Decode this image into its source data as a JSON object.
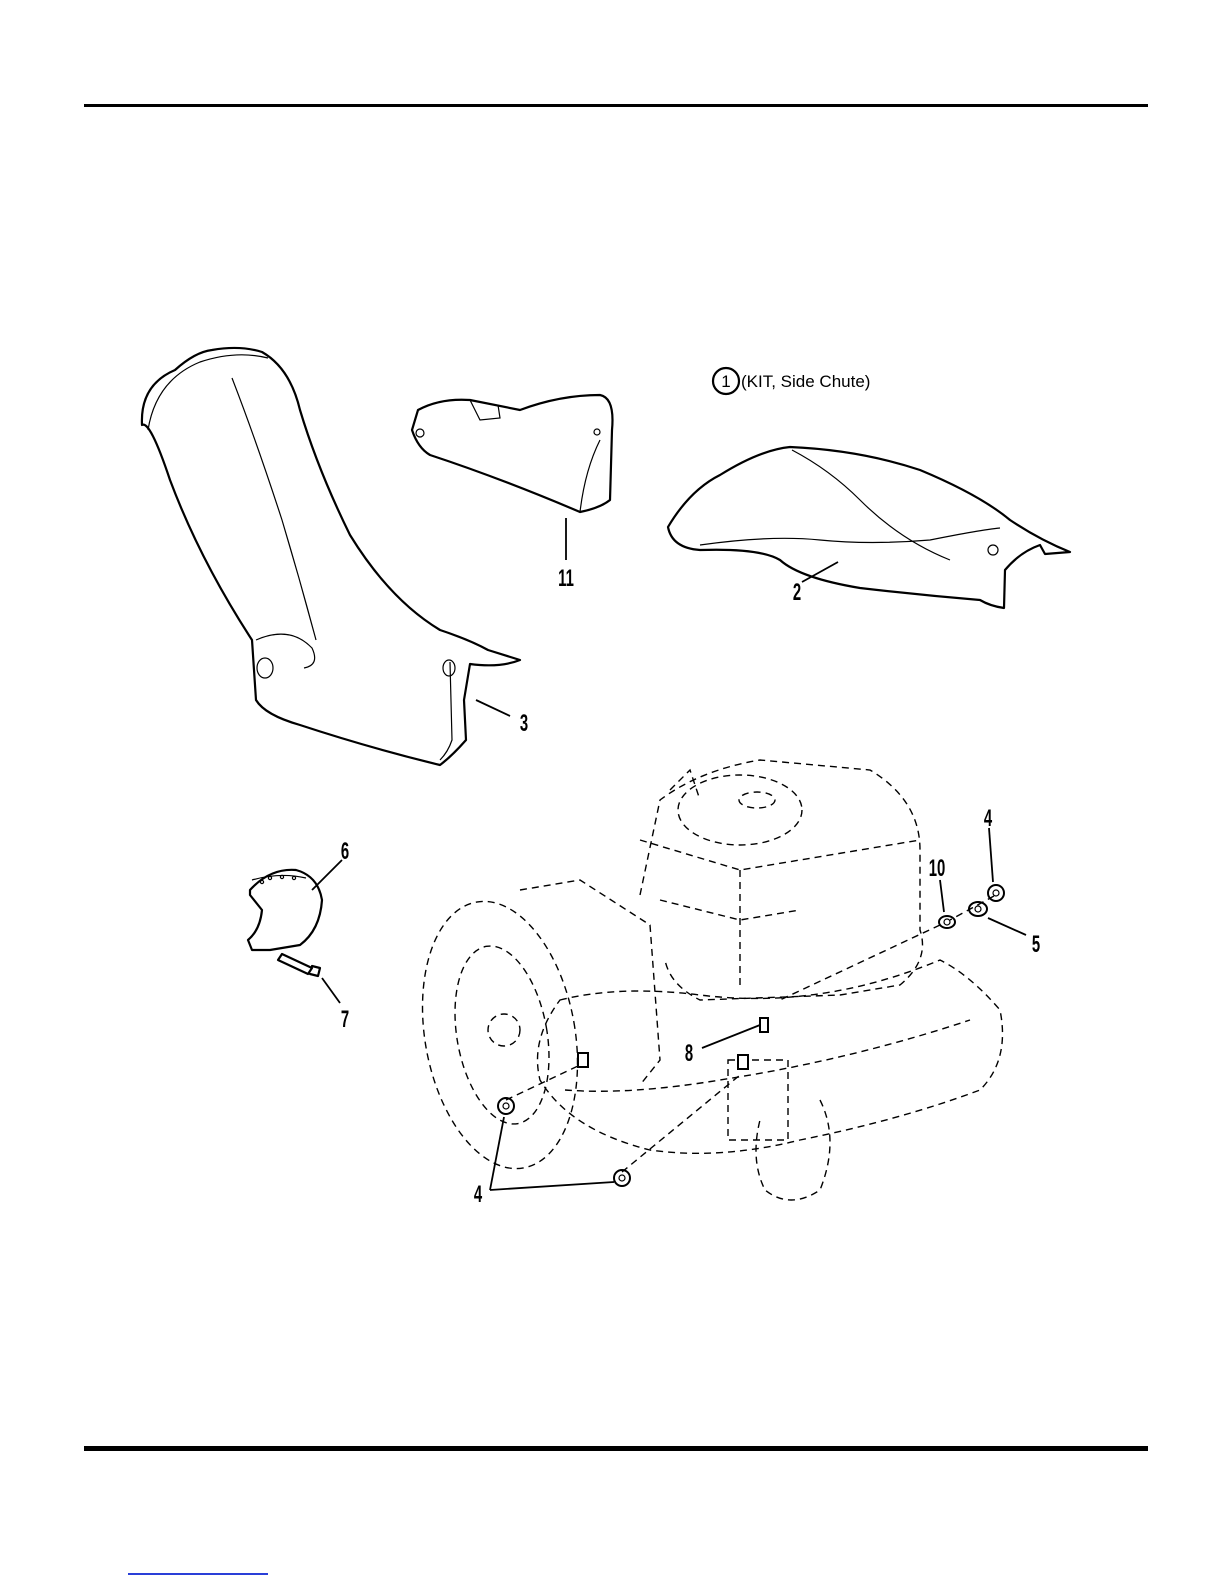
{
  "kit_label": {
    "number": "1",
    "text": "(KIT, Side Chute)"
  },
  "callouts": [
    {
      "id": "part-11",
      "text": "11"
    },
    {
      "id": "part-2",
      "text": "2"
    },
    {
      "id": "part-3",
      "text": "3"
    },
    {
      "id": "part-6",
      "text": "6"
    },
    {
      "id": "part-7",
      "text": "7"
    },
    {
      "id": "part-4-top",
      "text": "4"
    },
    {
      "id": "part-10",
      "text": "10"
    },
    {
      "id": "part-5",
      "text": "5"
    },
    {
      "id": "part-8",
      "text": "8"
    },
    {
      "id": "part-4-bottom",
      "text": "4"
    }
  ]
}
